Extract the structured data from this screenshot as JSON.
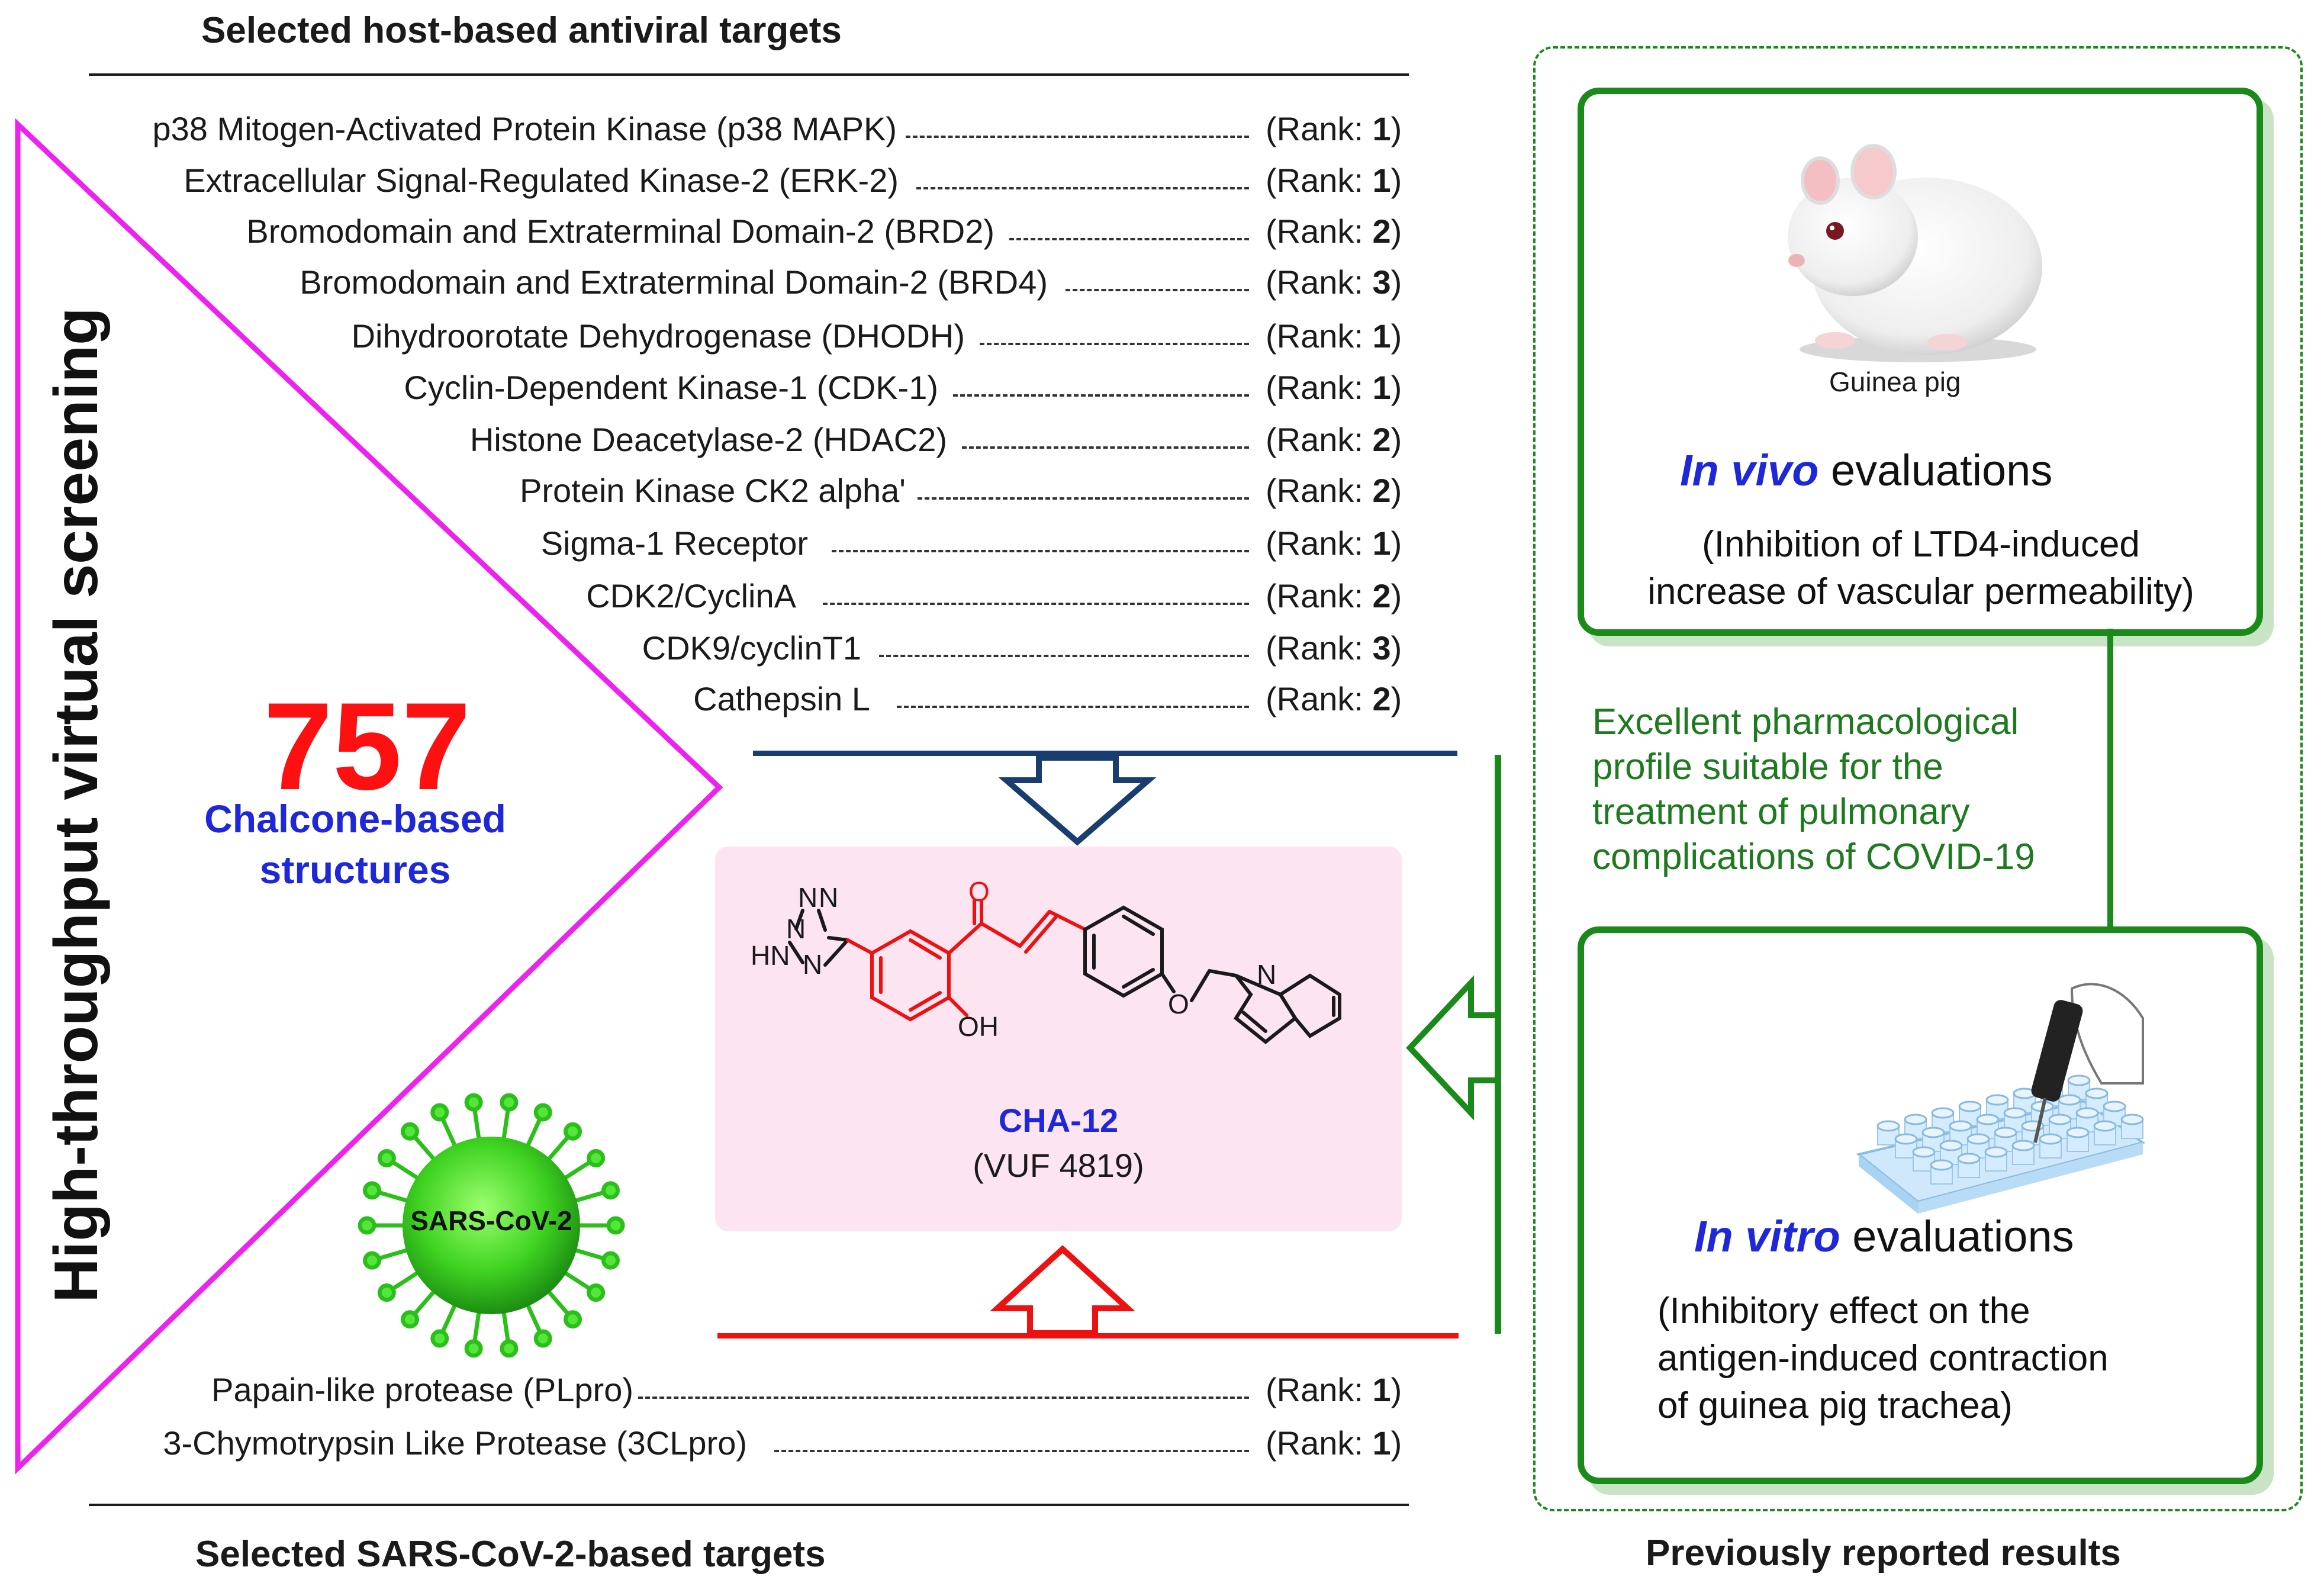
{
  "headings": {
    "host_targets": "Selected host-based antiviral targets",
    "sars_targets": "Selected SARS-CoV-2-based targets",
    "previous_results": "Previously reported results"
  },
  "screening": {
    "label": "High-throughput virtual screening",
    "count": "757",
    "count_desc_line1": "Chalcone-based",
    "count_desc_line2": "structures"
  },
  "rank_prefix": "(Rank: ",
  "rank_suffix": ")",
  "host_targets": [
    {
      "name": "p38 Mitogen-Activated Protein Kinase (p38 MAPK)",
      "rank": "1"
    },
    {
      "name": "Extracellular Signal-Regulated Kinase-2 (ERK-2)",
      "rank": "1"
    },
    {
      "name": "Bromodomain and Extraterminal Domain-2 (BRD2)",
      "rank": "2"
    },
    {
      "name": "Bromodomain and Extraterminal Domain-2 (BRD4)",
      "rank": "3"
    },
    {
      "name": "Dihydroorotate Dehydrogenase (DHODH)",
      "rank": "1"
    },
    {
      "name": "Cyclin-Dependent Kinase-1 (CDK-1)",
      "rank": "1"
    },
    {
      "name": "Histone Deacetylase-2 (HDAC2)",
      "rank": "2"
    },
    {
      "name": "Protein Kinase CK2 alpha'",
      "rank": "2"
    },
    {
      "name": "Sigma-1 Receptor",
      "rank": "1"
    },
    {
      "name": "CDK2/CyclinA",
      "rank": "2"
    },
    {
      "name": "CDK9/cyclinT1",
      "rank": "3"
    },
    {
      "name": "Cathepsin L",
      "rank": "2"
    }
  ],
  "sars_targets": [
    {
      "name": "Papain-like protease (PLpro)",
      "rank": "1"
    },
    {
      "name": "3-Chymotrypsin Like Protease (3CLpro)",
      "rank": "1"
    }
  ],
  "virus": {
    "label": "SARS-CoV-2"
  },
  "compound": {
    "name": "CHA-12",
    "alias": "(VUF 4819)",
    "atoms": {
      "n": "N",
      "hn": "HN",
      "o": "O",
      "oh": "OH"
    }
  },
  "in_vivo": {
    "animal_caption": "Guinea pig",
    "title_em": "In vivo",
    "title_rest": " evaluations",
    "line1": "(Inhibition of LTD4-induced",
    "line2": "increase of vascular permeability)"
  },
  "in_vitro": {
    "title_em": "In vitro",
    "title_rest": " evaluations",
    "line1": "(Inhibitory effect on the",
    "line2": "antigen-induced contraction",
    "line3": "of guinea pig trachea)"
  },
  "profile_note": {
    "line1": "Excellent pharmacological",
    "line2": "profile suitable for the",
    "line3": "treatment of pulmonary",
    "line4": "complications of COVID-19"
  },
  "colors": {
    "magenta": "#ee22ee",
    "navy": "#1a3d70",
    "red": "#ee1111",
    "green": "#1a8a1a",
    "blue": "#1e28d8",
    "pink": "#fce4f1"
  }
}
